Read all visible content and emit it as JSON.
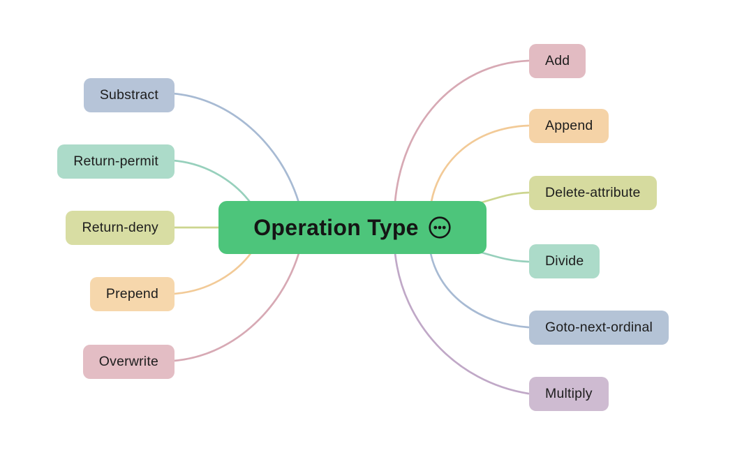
{
  "canvas": {
    "background": "#ffffff"
  },
  "central": {
    "label": "Operation Type",
    "fill": "#4DC57B",
    "text_color": "#151515",
    "icon": "ellipsis-circle-icon"
  },
  "branches": {
    "left": [
      {
        "label": "Substract",
        "fill": "#B6C4D8",
        "stroke": "#A7BAD3"
      },
      {
        "label": "Return-permit",
        "fill": "#ACDBC9",
        "stroke": "#97D0BC"
      },
      {
        "label": "Return-deny",
        "fill": "#D8DDA3",
        "stroke": "#CCD58F"
      },
      {
        "label": "Prepend",
        "fill": "#F6D7AC",
        "stroke": "#F2CA97"
      },
      {
        "label": "Overwrite",
        "fill": "#E3BDC4",
        "stroke": "#D7A9B4"
      }
    ],
    "right": [
      {
        "label": "Add",
        "fill": "#E2BBC2",
        "stroke": "#D7A9B4"
      },
      {
        "label": "Append",
        "fill": "#F5D3A7",
        "stroke": "#F2CA97"
      },
      {
        "label": "Delete-attribute",
        "fill": "#D6DB9F",
        "stroke": "#CCD58F"
      },
      {
        "label": "Divide",
        "fill": "#ACDBC9",
        "stroke": "#97D0BC"
      },
      {
        "label": "Goto-next-ordinal",
        "fill": "#B4C3D6",
        "stroke": "#A7BAD3"
      },
      {
        "label": "Multiply",
        "fill": "#CEBBD1",
        "stroke": "#C0A8C7"
      }
    ]
  }
}
